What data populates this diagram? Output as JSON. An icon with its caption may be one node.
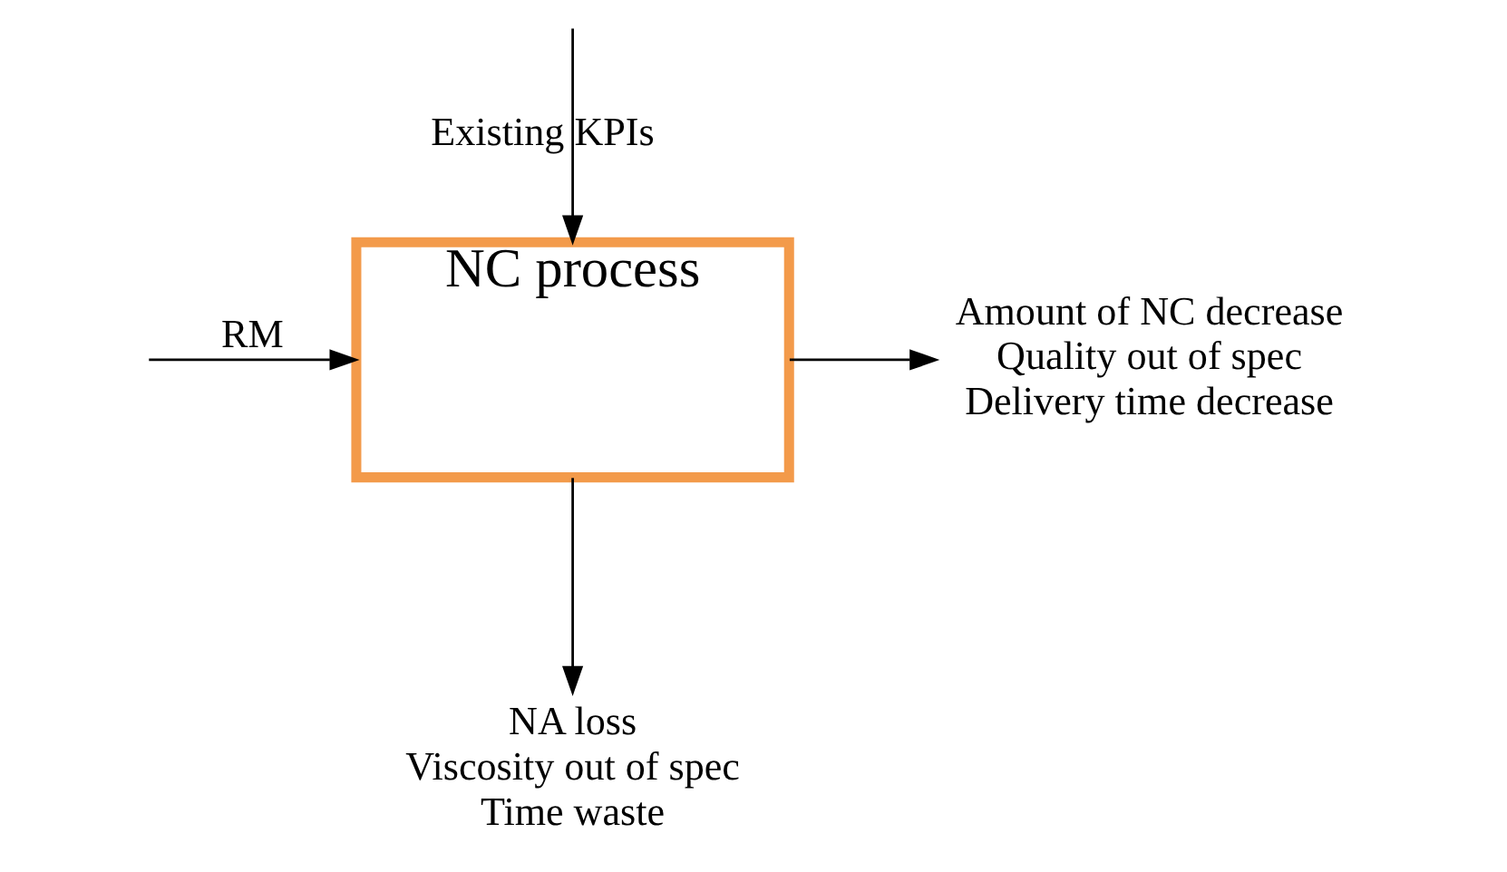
{
  "diagram": {
    "nodes": [
      {
        "text": [
          "NC process"
        ]
      },
      {
        "text": [
          "Amount of NC decrease",
          "Quality out of spec",
          "Delivery time decrease"
        ]
      },
      {
        "text": [
          "NA loss",
          "Viscosity out of spec",
          "Time waste"
        ]
      }
    ],
    "edges": [
      {
        "from": null,
        "to": 0,
        "arrow": "to",
        "label": "Existing KPIs"
      },
      {
        "from": null,
        "to": 0,
        "arrow": "to",
        "label": "RM"
      },
      {
        "from": 0,
        "to": 1,
        "arrow": "to"
      },
      {
        "from": 0,
        "to": 2,
        "arrow": "to"
      }
    ]
  }
}
